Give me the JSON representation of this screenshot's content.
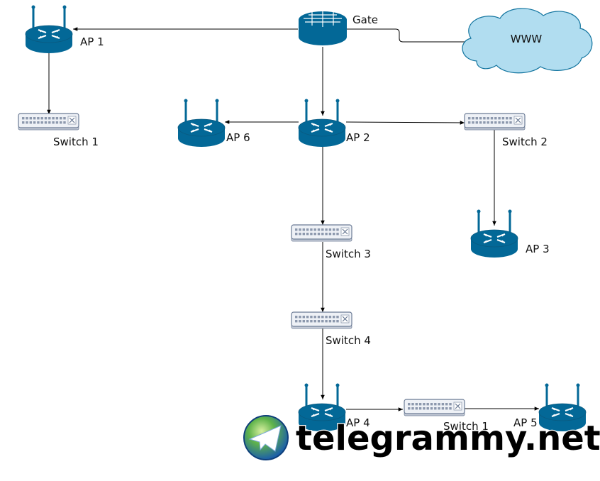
{
  "nodes": {
    "gate": {
      "label": "Gate",
      "kind": "firewall-router"
    },
    "www": {
      "label": "WWW",
      "kind": "cloud"
    },
    "ap1": {
      "label": "AP 1",
      "kind": "wireless-router"
    },
    "switch1": {
      "label": "Switch 1",
      "kind": "switch"
    },
    "ap6": {
      "label": "AP 6",
      "kind": "wireless-router"
    },
    "ap2": {
      "label": "AP 2",
      "kind": "wireless-router"
    },
    "switch2": {
      "label": "Switch 2",
      "kind": "switch"
    },
    "ap3": {
      "label": "AP 3",
      "kind": "wireless-router"
    },
    "switch3": {
      "label": "Switch 3",
      "kind": "switch"
    },
    "switch4": {
      "label": "Switch 4",
      "kind": "switch"
    },
    "ap4": {
      "label": "AP 4",
      "kind": "wireless-router"
    },
    "switch1b": {
      "label": "Switch 1",
      "kind": "switch"
    },
    "ap5": {
      "label": "AP 5",
      "kind": "wireless-router"
    }
  },
  "edges": [
    {
      "from": "gate",
      "to": "ap1"
    },
    {
      "from": "gate",
      "to": "www"
    },
    {
      "from": "gate",
      "to": "ap2"
    },
    {
      "from": "ap1",
      "to": "switch1"
    },
    {
      "from": "ap2",
      "to": "ap6"
    },
    {
      "from": "ap2",
      "to": "switch2"
    },
    {
      "from": "switch2",
      "to": "ap3"
    },
    {
      "from": "ap2",
      "to": "switch3"
    },
    {
      "from": "switch3",
      "to": "switch4"
    },
    {
      "from": "switch4",
      "to": "ap4"
    },
    {
      "from": "ap4",
      "to": "switch1b"
    },
    {
      "from": "switch1b",
      "to": "ap5"
    }
  ],
  "colors": {
    "device_blue": "#036897",
    "cloud_fill": "#b1ddf0",
    "cloud_stroke": "#10739e",
    "switch_fill": "#eef1f6",
    "switch_stroke": "#6b7b95",
    "line": "#000000"
  },
  "watermark": {
    "text": "telegrammy.net",
    "icon": "telegram-logo-icon"
  }
}
